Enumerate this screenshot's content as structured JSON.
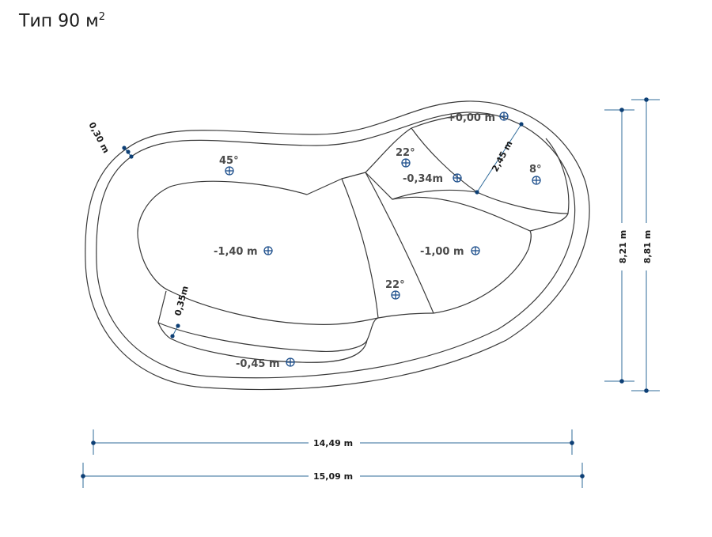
{
  "title": {
    "text": "Тип 90 м",
    "sup": "2"
  },
  "levels": {
    "zero": "+0,00 m",
    "step": "-0,34m",
    "deep": "-1,40 m",
    "mid": "-1,00 m",
    "bench": "-0,45 m"
  },
  "angles": {
    "top_left": "45°",
    "upper_step": "22°",
    "lower_step": "22°",
    "right": "8°"
  },
  "dimensions": {
    "coping": "0,30 m",
    "bench_width": "0,35m",
    "step_length": "2,45 m",
    "inner_width": "14,49 m",
    "outer_width": "15,09 m",
    "inner_height": "8,21 m",
    "outer_height": "8,81 m"
  },
  "colors": {
    "outline": "#3a3a3a",
    "dimension": "#2f6b9a",
    "marker": "#0d3f75"
  }
}
